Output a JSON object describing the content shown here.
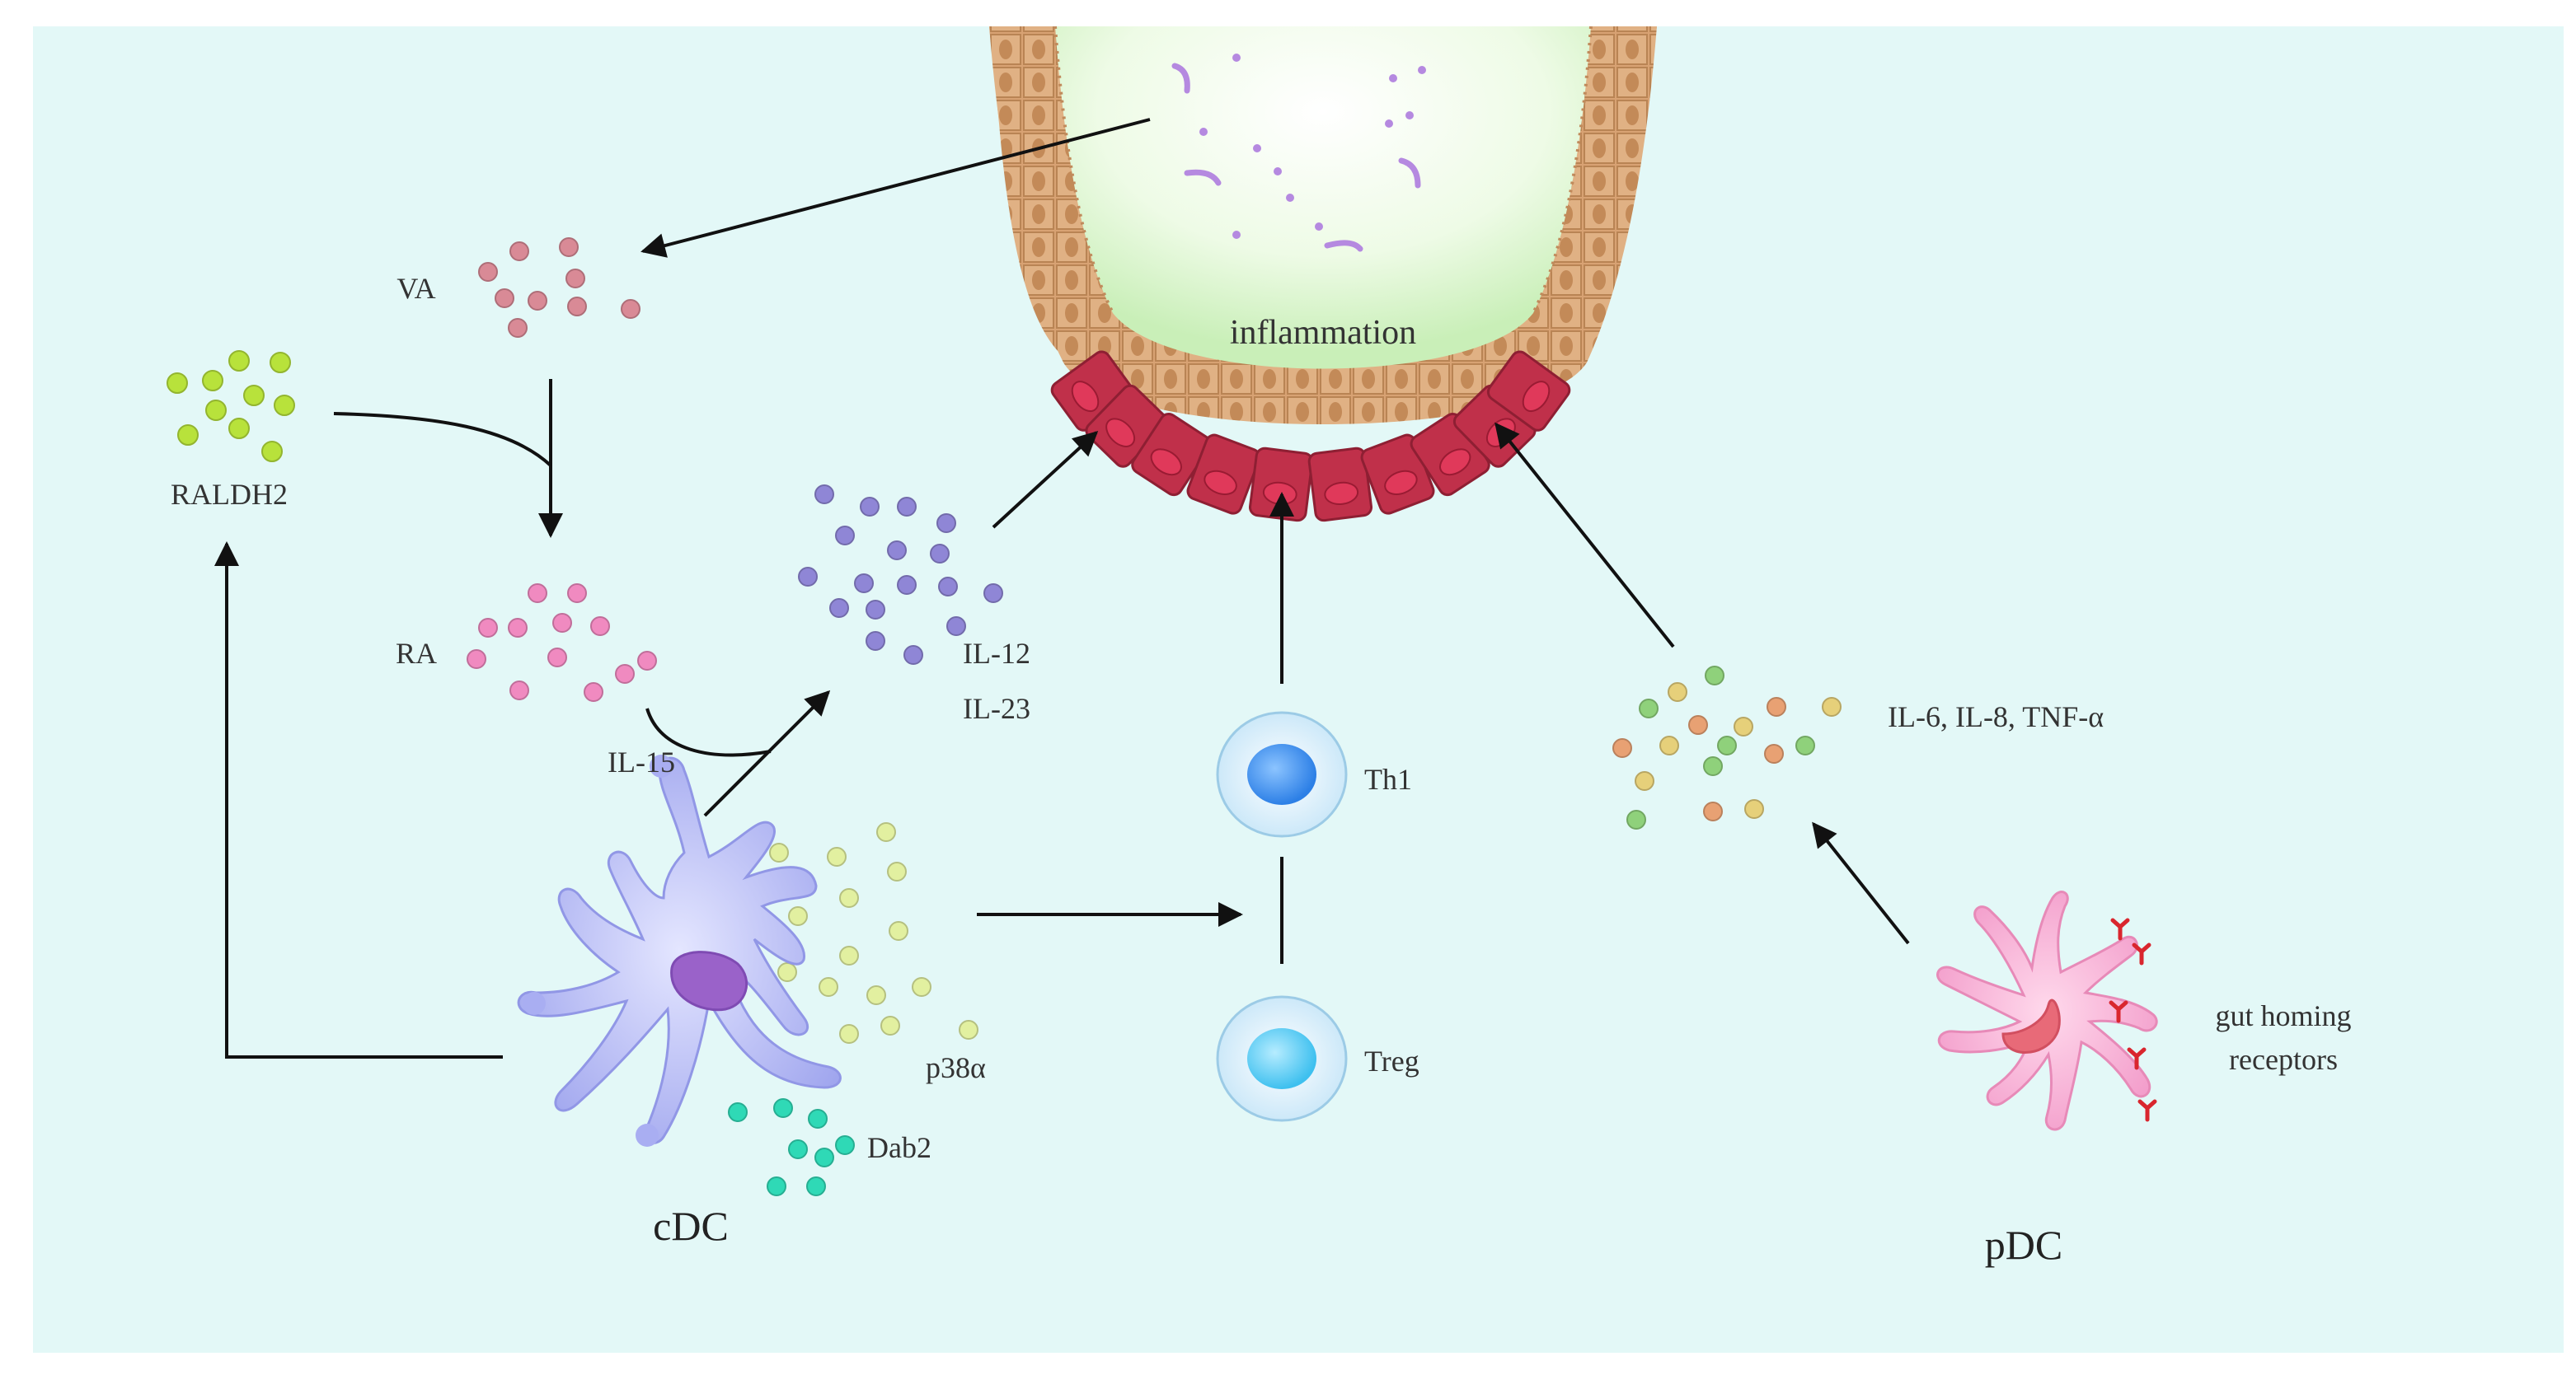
{
  "labels": {
    "inflammation": "inflammation",
    "va": "VA",
    "raldh2": "RALDH2",
    "ra": "RA",
    "il15": "IL-15",
    "il12": "IL-12",
    "il23": "IL-23",
    "th1": "Th1",
    "treg": "Treg",
    "cytokines": "IL-6, IL-8, TNF-α",
    "p38": "p38α",
    "dab2": "Dab2",
    "cdc": "cDC",
    "pdc": "pDC",
    "gut_homing_line1": "gut homing",
    "gut_homing_line2": "receptors"
  },
  "colors": {
    "background": "#e3f8f7",
    "lumen": "#d9f5cf",
    "epithelium": "#d9a577",
    "inflamed_epithelium": "#c0304a",
    "va_dots": "#d98a96",
    "raldh2_dots": "#b8e23b",
    "ra_dots": "#f08ac0",
    "il12_dots": "#8f86d6",
    "cytokine_dots": [
      "#e6d07a",
      "#8fd17b",
      "#e8a173"
    ],
    "p38_dots": "#e2f0a0",
    "dab2_dots": "#2fd9b6",
    "cdc_cell": "#a9aef2",
    "cdc_nucleus": "#9a62c9",
    "pdc_cell": "#f5a6cf",
    "pdc_nucleus": "#e86a78",
    "receptor": "#d9262e",
    "th1_nucleus": "#3b8ef0",
    "treg_nucleus": "#55c8f2",
    "arrow": "#111111"
  }
}
